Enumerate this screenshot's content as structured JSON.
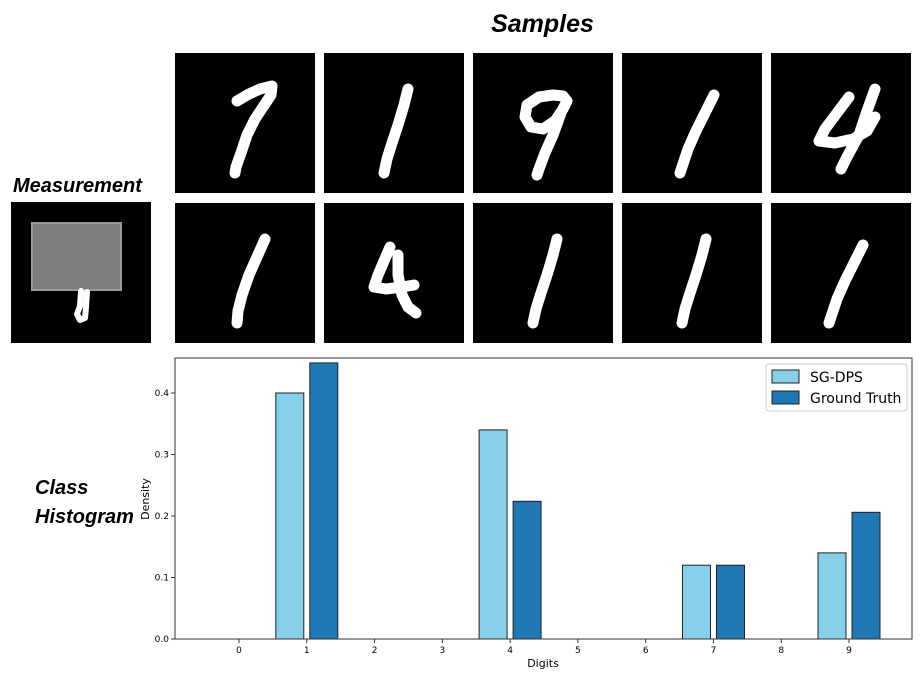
{
  "headings": {
    "samples": "Samples",
    "measurement": "Measurement",
    "class_line1": "Class",
    "class_line2": "Histogram"
  },
  "samples": {
    "row1": [
      "7",
      "1",
      "9",
      "1",
      "4"
    ],
    "row2": [
      "1",
      "4",
      "1",
      "1",
      "1"
    ]
  },
  "colors": {
    "sg_dps": "#87ceeb",
    "ground_truth": "#1f77b4"
  },
  "chart_data": {
    "type": "bar",
    "categories": [
      "0",
      "1",
      "2",
      "3",
      "4",
      "5",
      "6",
      "7",
      "8",
      "9"
    ],
    "series": [
      {
        "name": "SG-DPS",
        "values": [
          0,
          0.4,
          0,
          0,
          0.34,
          0,
          0,
          0.12,
          0,
          0.14
        ]
      },
      {
        "name": "Ground Truth",
        "values": [
          0,
          0.449,
          0,
          0,
          0.224,
          0,
          0,
          0.12,
          0,
          0.206
        ]
      }
    ],
    "xlabel": "Digits",
    "ylabel": "Density",
    "yticks": [
      "0.0",
      "0.1",
      "0.2",
      "0.3",
      "0.4"
    ],
    "ylim": [
      0,
      0.47
    ],
    "grid": false,
    "legend": "top-right"
  }
}
